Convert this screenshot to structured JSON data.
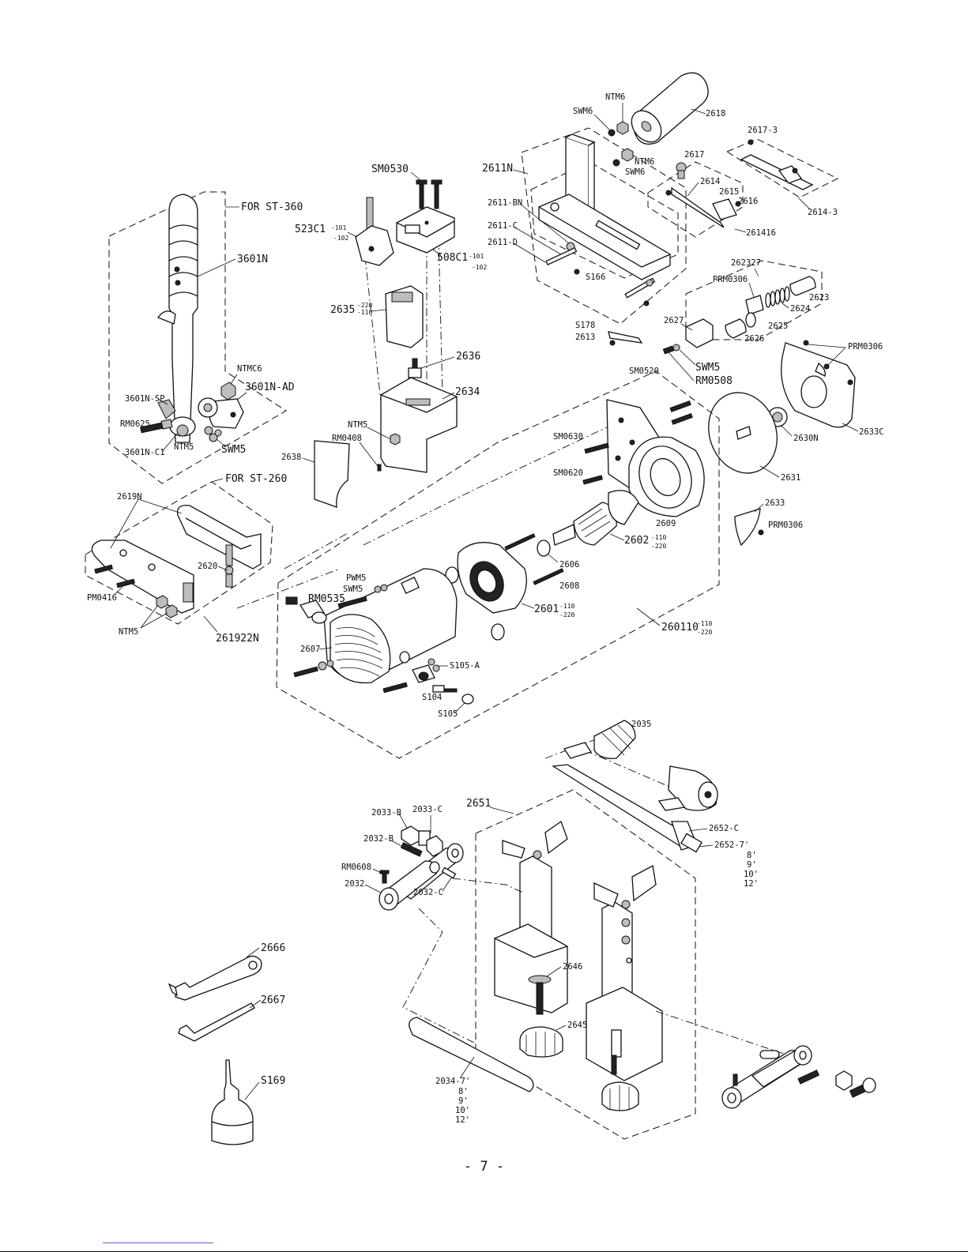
{
  "page": {
    "number": "- 7 -"
  },
  "groups": {
    "st360": "FOR ST-360",
    "st260": "FOR ST-260"
  },
  "labels": {
    "l3601N": "3601N",
    "lNTMC6": "NTMC6",
    "l3601NSP": "3601N-SP",
    "l3601NAD": "3601N-AD",
    "lRM0625": "RM0625",
    "l3601NC1": "3601N-C1",
    "lNTM5a": "NTM5",
    "lSWM5a": "SWM5",
    "l2619N": "2619N",
    "l2620": "2620",
    "lPM0416": "PM0416",
    "lNTM5b": "NTM5",
    "l261922N": "261922N",
    "lSM0530": "SM0530",
    "l523C1": "523C1",
    "l523C1s1": "-101",
    "l523C1s2": "-102",
    "l508C1": "508C1",
    "l508C1s1": "-101",
    "l508C1s2": "-102",
    "l2635": "2635",
    "l2635s1": "-220",
    "l2635s2": "-110",
    "l2636": "2636",
    "l2634": "2634",
    "lNTM5c": "NTM5",
    "lRM0408": "RM0408",
    "l2638": "2638",
    "lNTM6a": "NTM6",
    "lSWM6a": "SWM6",
    "l2618": "2618",
    "l2611N": "2611N",
    "lNTM6b": "NTM6",
    "lSWM6b": "SWM6",
    "l2617": "2617",
    "l26173": "2617-3",
    "l2611BN": "2611-BN",
    "l2614": "2614",
    "l2615": "2615",
    "l2616": "2616",
    "l26143": "2614-3",
    "l2611C": "2611-C",
    "l2611D": "2611-D",
    "l261416": "261416",
    "lS166": "S166",
    "l262327": "262327",
    "lPRM0306a": "PRM0306",
    "l2623": "2623",
    "l2624": "2624",
    "l2627": "2627",
    "l2625": "2625",
    "lS178": "S178",
    "l2613": "2613",
    "l2626": "2626",
    "lPRM0306b": "PRM0306",
    "lSWM5b": "SWM5",
    "lSM0520": "SM0520",
    "lRM0508": "RM0508",
    "lSM0630": "SM0630",
    "l2630N": "2630N",
    "l2633C": "2633C",
    "lSM0620": "SM0620",
    "l2631": "2631",
    "l2633": "2633",
    "lPRM0306c": "PRM0306",
    "l2609": "2609",
    "l2602": "2602",
    "l2602s1": "-110",
    "l2602s2": "-220",
    "l2606": "2606",
    "lPWM5": "PWM5",
    "lSWM5c": "SWM5",
    "lRM0535": "RM0535",
    "l2608": "2608",
    "l2601": "2601",
    "l2601s1": "-110",
    "l2601s2": "-220",
    "l260110": "260110",
    "l260110s1": "-110",
    "l260110s2": "-220",
    "l2607": "2607",
    "lS105A": "S105-A",
    "lS104": "S104",
    "lS105": "S105",
    "l2035": "2035",
    "l2651": "2651",
    "l2033B": "2033-B",
    "l2033C": "2033-C",
    "l2032B": "2032-B",
    "lRM0608": "RM0608",
    "l2032": "2032",
    "l2032C": "2032-C",
    "l2652C": "2652-C",
    "l26527": "2652-7'",
    "l26528": "8'",
    "l26529": "9'",
    "l265210": "10'",
    "l265212": "12'",
    "l2666": "2666",
    "l2646": "2646",
    "l2667": "2667",
    "l2645": "2645",
    "lS169": "S169",
    "l20347": "2034-7'",
    "l20348": "8'",
    "l20349": "9'",
    "l203410": "10'",
    "l203412": "12'"
  }
}
